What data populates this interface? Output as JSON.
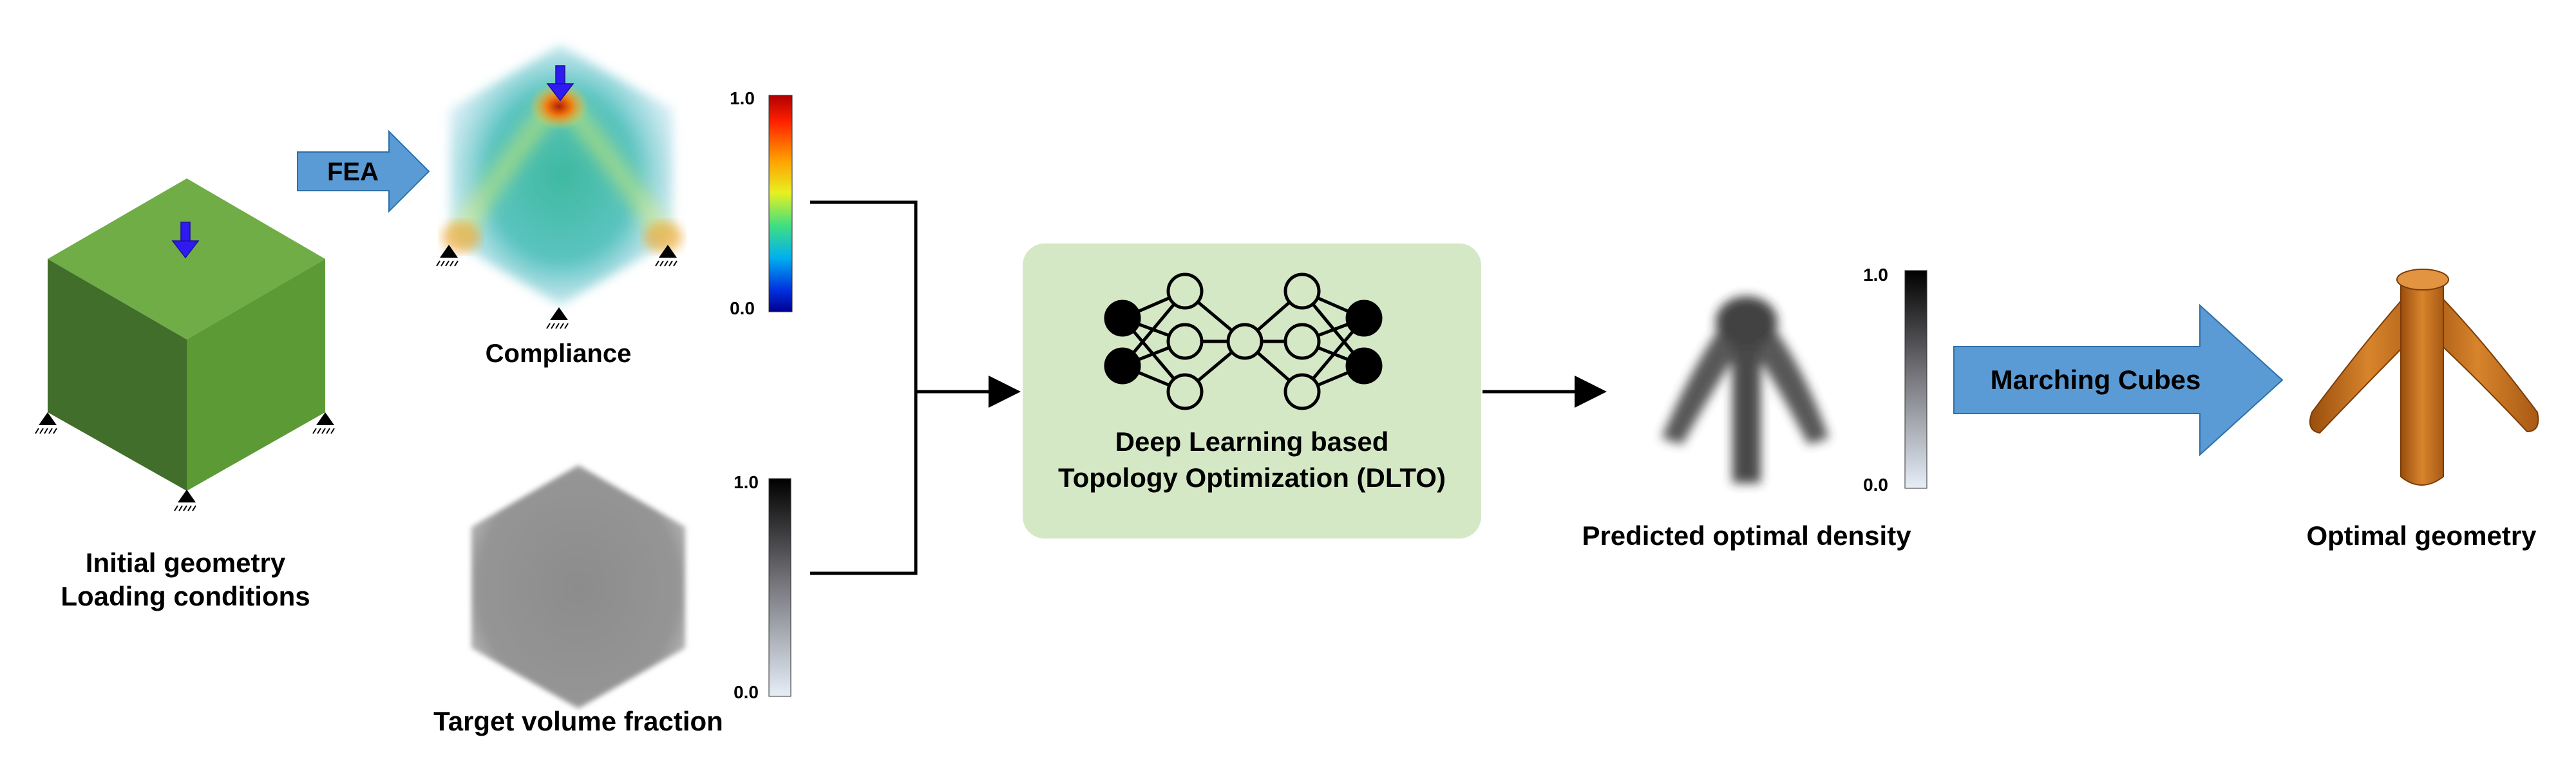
{
  "nodes": {
    "initial": {
      "line1": "Initial geometry",
      "line2": "Loading conditions"
    },
    "fea": {
      "label": "FEA"
    },
    "compliance": {
      "label": "Compliance",
      "scale_max": "1.0",
      "scale_min": "0.0"
    },
    "volume_fraction": {
      "label": "Target volume fraction",
      "scale_max": "1.0",
      "scale_min": "0.0"
    },
    "dlto": {
      "line1": "Deep Learning based",
      "line2": "Topology Optimization (DLTO)"
    },
    "predicted": {
      "label": "Predicted optimal density",
      "scale_max": "1.0",
      "scale_min": "0.0"
    },
    "marching": {
      "label": "Marching Cubes"
    },
    "optimal": {
      "label": "Optimal geometry"
    }
  },
  "colors": {
    "cube_top": "#70ad47",
    "cube_left": "#416e2a",
    "cube_right": "#5b9a35",
    "arrow_blue": "#5b9bd5",
    "dlto_box": "#d5e8c6",
    "load_arrow": "#2f1bf0",
    "optimal_orange": "#c8731c"
  }
}
